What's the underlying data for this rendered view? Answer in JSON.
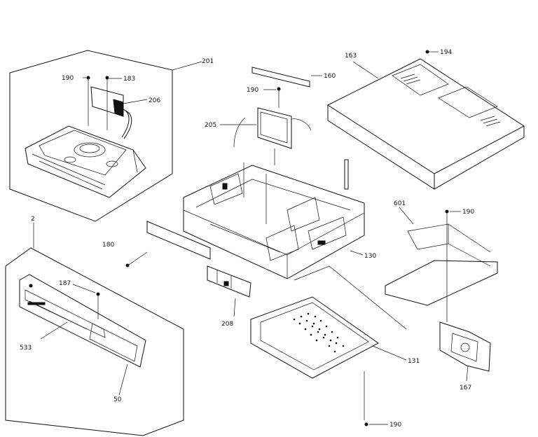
{
  "diagram": {
    "labels": {
      "p201": "201",
      "p190a": "190",
      "p183": "183",
      "p206": "206",
      "p160": "160",
      "p190b": "190",
      "p205": "205",
      "p163": "163",
      "p194": "194",
      "p130": "130",
      "p601": "601",
      "p190c": "190",
      "p180": "180",
      "p208": "208",
      "p2": "2",
      "p187": "187",
      "p533": "533",
      "p50": "50",
      "p131": "131",
      "p167": "167",
      "p190d": "190"
    }
  }
}
